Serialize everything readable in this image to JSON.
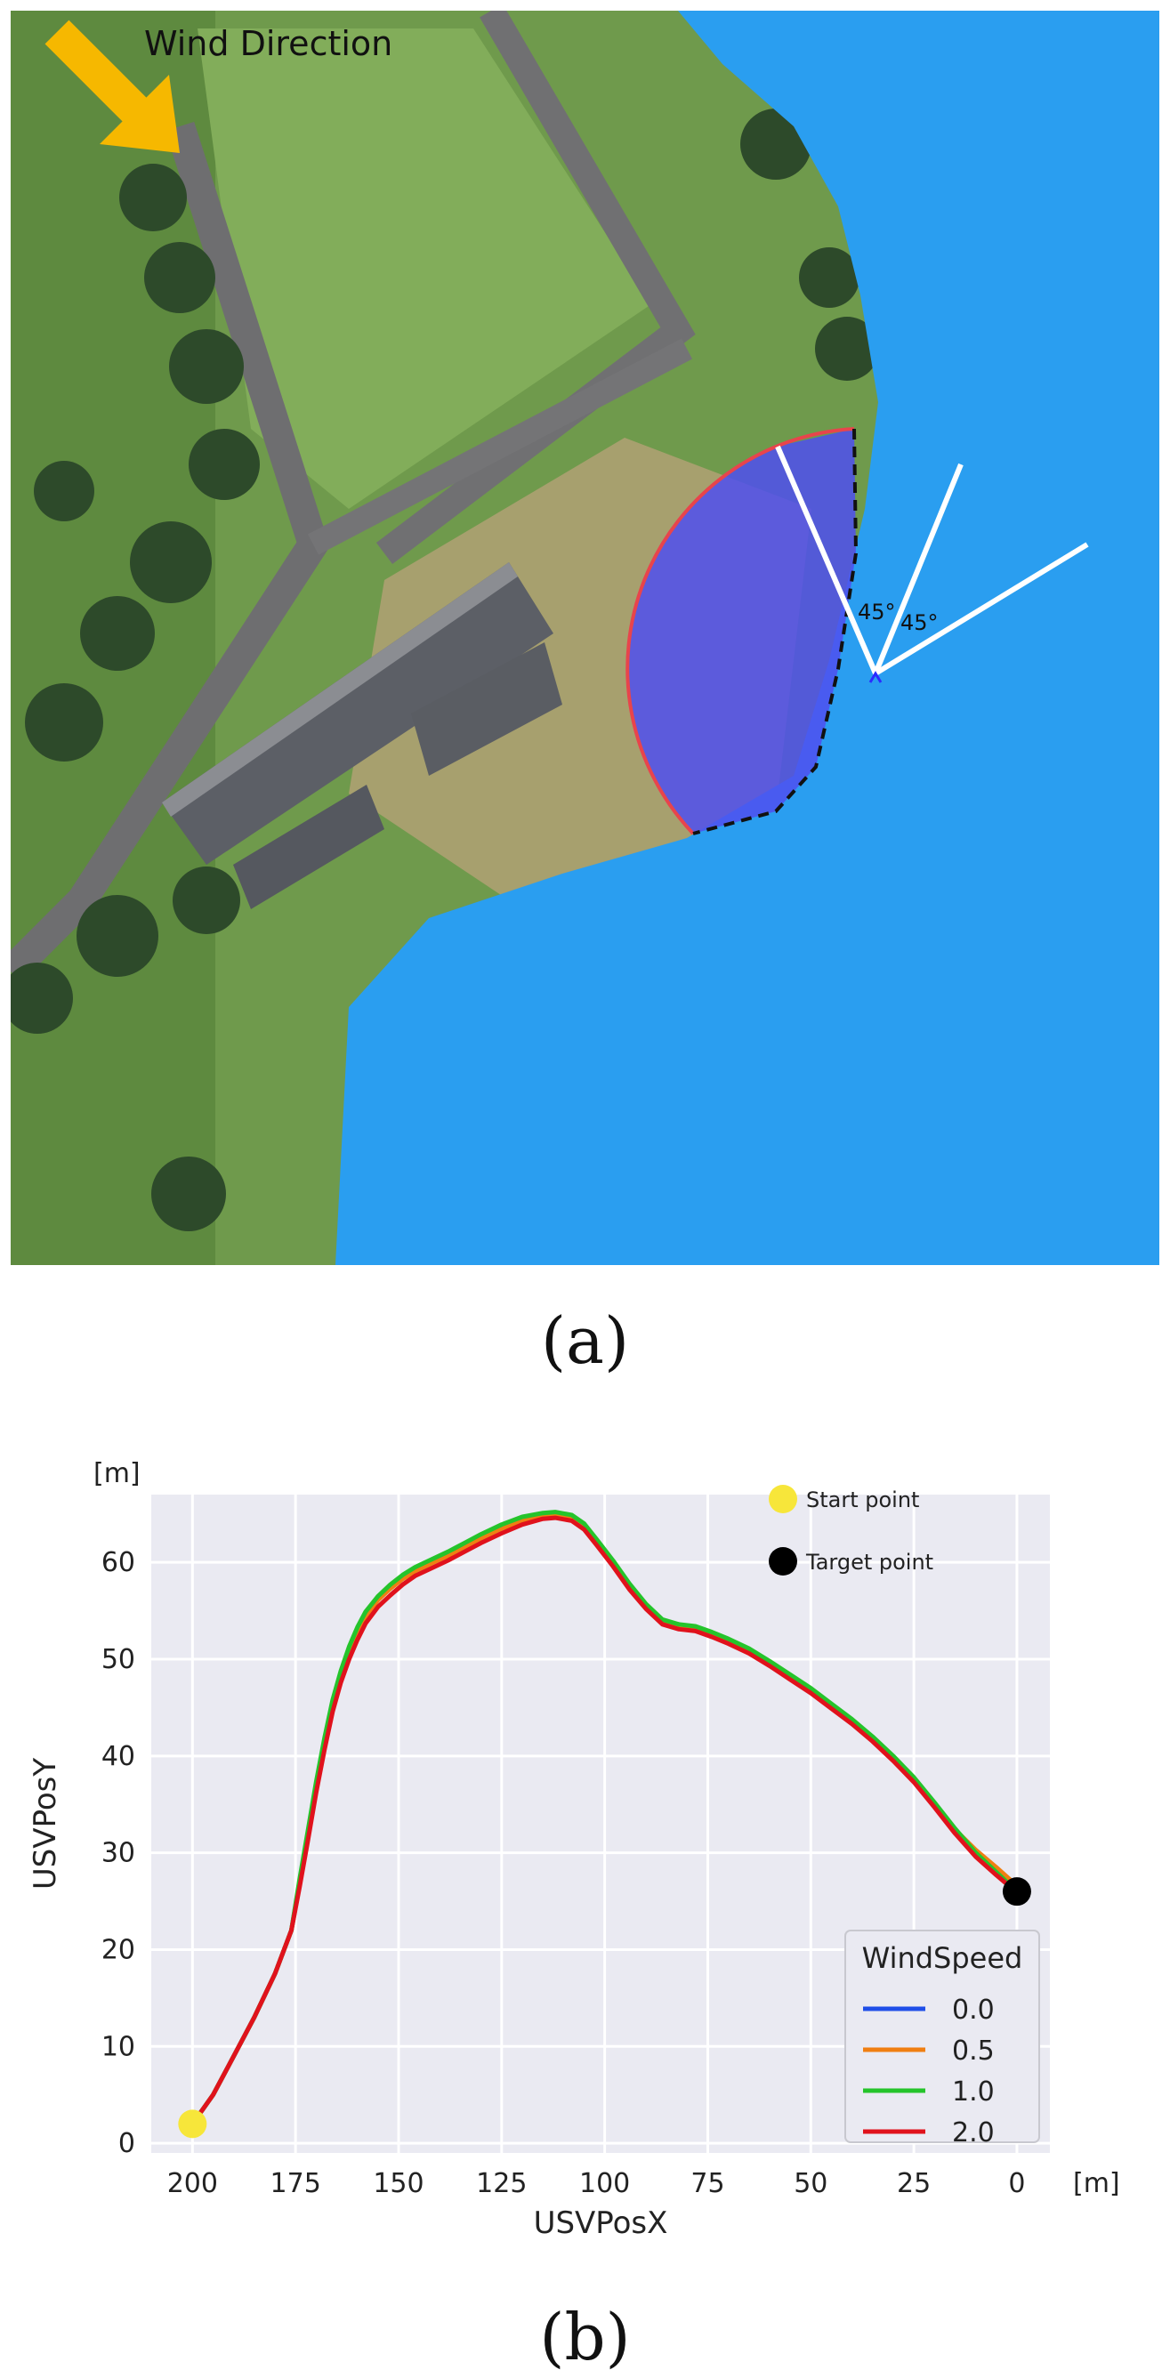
{
  "map_panel": {
    "wind_label": "Wind Direction",
    "angle_label_left": "45°",
    "angle_label_right": "45°",
    "caption": "(a)",
    "colors": {
      "water": "#2a9ef0",
      "grass": "#6f9a4c",
      "search_fan": "#4f4ff0",
      "fan_outline": "#e8444c",
      "wind_arrow": "#f6b800"
    }
  },
  "chart_caption": "(b)",
  "chart_data": {
    "type": "line",
    "xlabel": "USVPosX",
    "ylabel": "USVPosY",
    "x_unit": "[m]",
    "y_unit": "[m]",
    "xlim": [
      210,
      -8
    ],
    "ylim": [
      -1,
      67
    ],
    "x_ticks": [
      200,
      175,
      150,
      125,
      100,
      75,
      50,
      25,
      0
    ],
    "y_ticks": [
      0,
      10,
      20,
      30,
      40,
      50,
      60
    ],
    "grid": true,
    "legend": {
      "title": "WindSpeed",
      "placement": "lower-right"
    },
    "markers": [
      {
        "label": "Start point",
        "x": 200,
        "y": 2,
        "color": "#f7e63a"
      },
      {
        "label": "Target point",
        "x": 0,
        "y": 26,
        "color": "#000000"
      }
    ],
    "series": [
      {
        "name": "0.0",
        "color": "#1f4ee8",
        "x": [
          200,
          195,
          190,
          185,
          180,
          176,
          174,
          172,
          170,
          168,
          166,
          164,
          162,
          160,
          158,
          155,
          152,
          149,
          146,
          142,
          138,
          134,
          130,
          125,
          120,
          115,
          112,
          108,
          105,
          102,
          98,
          94,
          90,
          86,
          82,
          78,
          74,
          70,
          65,
          60,
          55,
          50,
          45,
          40,
          35,
          30,
          25,
          20,
          15,
          10,
          5,
          0
        ],
        "y": [
          2,
          5,
          9,
          13,
          17.5,
          22,
          27,
          32,
          37,
          41.5,
          45.5,
          48.5,
          51,
          53,
          54.6,
          56.3,
          57.5,
          58.5,
          59.3,
          60.1,
          60.9,
          61.8,
          62.7,
          63.7,
          64.5,
          64.9,
          65.0,
          64.7,
          63.8,
          62.2,
          60.0,
          57.6,
          55.5,
          53.9,
          53.4,
          53.2,
          52.6,
          51.9,
          50.9,
          49.6,
          48.2,
          46.8,
          45.2,
          43.6,
          41.8,
          39.8,
          37.6,
          35.0,
          32.3,
          29.9,
          28.0,
          26.1
        ]
      },
      {
        "name": "0.5",
        "color": "#f07f12",
        "x": [
          200,
          195,
          190,
          185,
          180,
          176,
          174,
          172,
          170,
          168,
          166,
          164,
          162,
          160,
          158,
          155,
          152,
          149,
          146,
          142,
          138,
          134,
          130,
          125,
          120,
          115,
          112,
          108,
          105,
          102,
          98,
          94,
          90,
          86,
          82,
          78,
          74,
          70,
          65,
          60,
          55,
          50,
          45,
          40,
          35,
          30,
          25,
          20,
          15,
          10,
          5,
          0
        ],
        "y": [
          2,
          5,
          9,
          13,
          17.5,
          22,
          26.8,
          31.8,
          36.8,
          41.3,
          45.3,
          48.3,
          50.8,
          52.8,
          54.4,
          56.1,
          57.3,
          58.3,
          59.1,
          59.9,
          60.7,
          61.6,
          62.5,
          63.5,
          64.3,
          64.7,
          64.8,
          64.5,
          63.6,
          62.0,
          59.8,
          57.4,
          55.3,
          53.7,
          53.2,
          53.0,
          52.4,
          51.7,
          50.7,
          49.4,
          48.0,
          46.6,
          45.0,
          43.4,
          41.6,
          39.6,
          37.4,
          34.9,
          32.4,
          30.3,
          28.5,
          26.6
        ]
      },
      {
        "name": "1.0",
        "color": "#25c42b",
        "x": [
          200,
          195,
          190,
          185,
          180,
          176,
          174,
          172,
          170,
          168,
          166,
          164,
          162,
          160,
          158,
          155,
          152,
          149,
          146,
          142,
          138,
          134,
          130,
          125,
          120,
          115,
          112,
          108,
          105,
          102,
          98,
          94,
          90,
          86,
          82,
          78,
          74,
          70,
          65,
          60,
          55,
          50,
          45,
          40,
          35,
          30,
          25,
          20,
          15,
          10,
          5,
          0
        ],
        "y": [
          2,
          5,
          9,
          13,
          17.5,
          22,
          27.3,
          32.3,
          37.3,
          41.8,
          45.8,
          48.8,
          51.3,
          53.3,
          54.9,
          56.5,
          57.7,
          58.7,
          59.5,
          60.3,
          61.1,
          62.0,
          62.9,
          63.9,
          64.7,
          65.1,
          65.2,
          64.9,
          64.0,
          62.4,
          60.2,
          57.8,
          55.7,
          54.1,
          53.6,
          53.4,
          52.8,
          52.1,
          51.1,
          49.8,
          48.4,
          47.0,
          45.4,
          43.8,
          42.0,
          40.0,
          37.8,
          35.2,
          32.5,
          30.0,
          28.0,
          26.0
        ]
      },
      {
        "name": "2.0",
        "color": "#e0121c",
        "x": [
          200,
          195,
          190,
          185,
          180,
          176,
          174,
          172,
          170,
          168,
          166,
          164,
          162,
          160,
          158,
          155,
          152,
          149,
          146,
          142,
          138,
          134,
          130,
          125,
          120,
          115,
          112,
          108,
          105,
          102,
          98,
          94,
          90,
          86,
          82,
          78,
          74,
          70,
          65,
          60,
          55,
          50,
          45,
          40,
          35,
          30,
          25,
          20,
          15,
          10,
          5,
          0
        ],
        "y": [
          2,
          5,
          9,
          13,
          17.5,
          22,
          26.5,
          31.3,
          36.2,
          40.6,
          44.6,
          47.6,
          50.0,
          52.0,
          53.7,
          55.4,
          56.6,
          57.7,
          58.6,
          59.4,
          60.2,
          61.1,
          62.0,
          63.0,
          63.9,
          64.5,
          64.6,
          64.3,
          63.4,
          61.8,
          59.6,
          57.2,
          55.2,
          53.6,
          53.1,
          52.9,
          52.3,
          51.6,
          50.6,
          49.3,
          47.9,
          46.5,
          44.9,
          43.3,
          41.5,
          39.5,
          37.3,
          34.7,
          32.0,
          29.6,
          27.7,
          25.9
        ]
      }
    ]
  }
}
